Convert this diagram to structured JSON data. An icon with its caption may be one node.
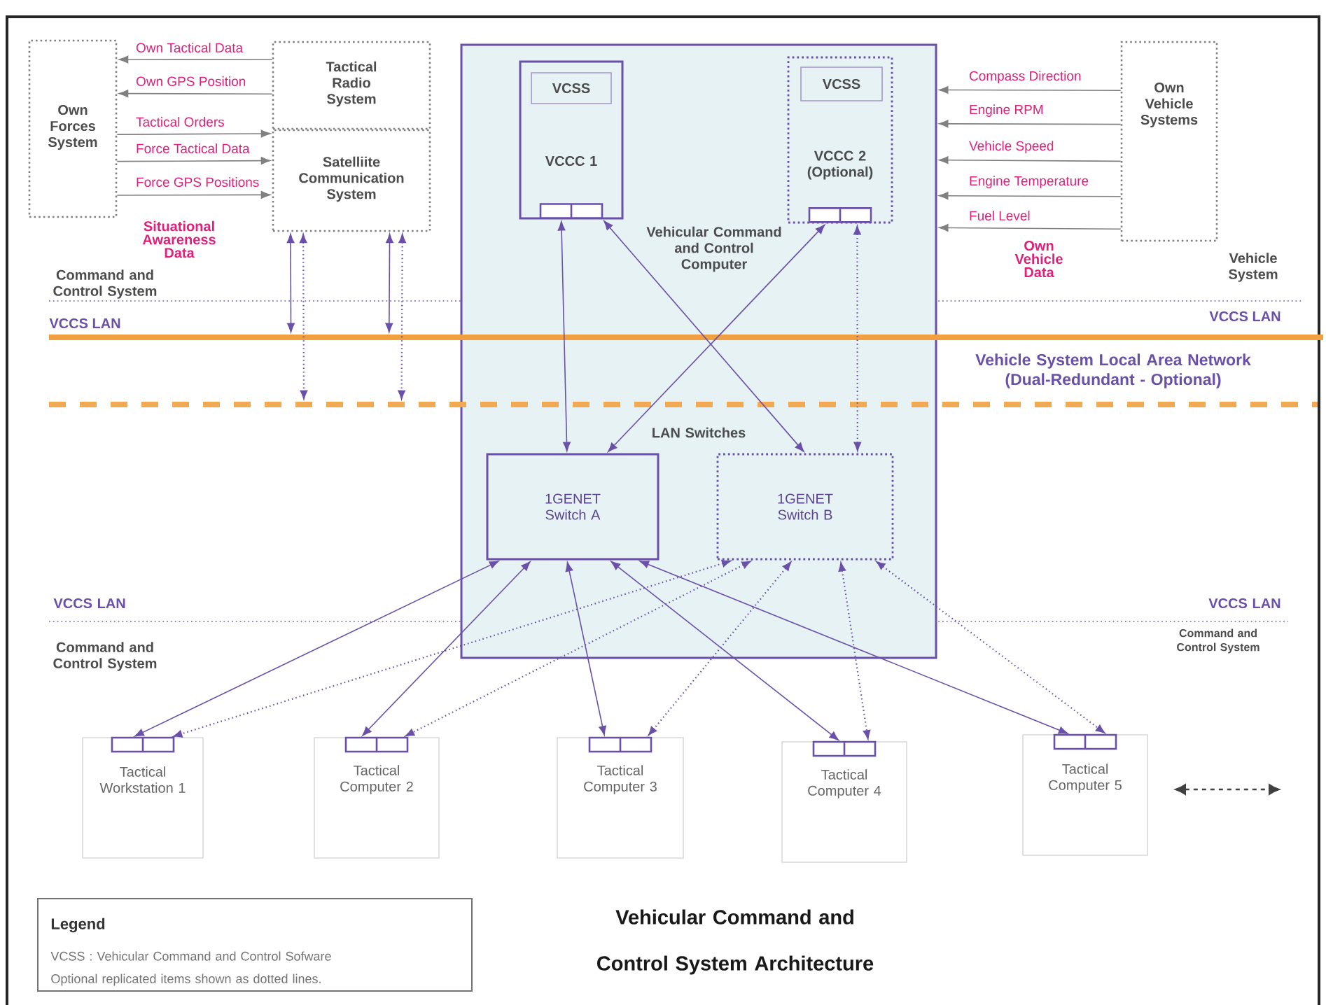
{
  "diagram": {
    "title": "Vehicular Command and Control System Architecture",
    "nodes": [
      {
        "text": [
          "Own Forces System"
        ]
      },
      {
        "text": [
          "Tactical Radio System"
        ]
      },
      {
        "text": [
          "Satelliite Communication System"
        ]
      },
      {
        "text": [
          "Own Vehicle Systems"
        ]
      },
      {
        "text": [
          "Vehicular Command and Control Computer",
          "LAN Switches"
        ]
      },
      {
        "text": [
          "VCCC 1"
        ],
        "in": 4
      },
      {
        "text": [
          "VCSS"
        ],
        "in": 5
      },
      {
        "text": [
          "VCCC 2 (Optional)"
        ],
        "in": 4
      },
      {
        "text": [
          "VCSS"
        ],
        "in": 7
      },
      {
        "text": [
          "1GENET Switch A"
        ],
        "in": 4
      },
      {
        "text": [
          "1GENET Switch B"
        ],
        "in": 4
      },
      {
        "text": [
          "Tactical Workstation 1"
        ]
      },
      {
        "text": [
          "Tactical Computer 2"
        ]
      },
      {
        "text": [
          "Tactical Computer 3"
        ]
      },
      {
        "text": [
          "Tactical Computer 4"
        ]
      },
      {
        "text": [
          "Tactical Computer 5"
        ]
      },
      {
        "text": [],
        "shape": "bar",
        "beside": [
          "VCCS LAN",
          "VCCS LAN"
        ]
      },
      {
        "text": [],
        "shape": "bar"
      },
      {
        "text": [
          "Legend",
          "VCSS : Vehicular Command and Control Sofware",
          "Optional replicated items shown as dotted lines."
        ]
      }
    ],
    "edges": [
      {
        "from": 1,
        "to": 0,
        "arrow": "to",
        "label": "Own Tactical Data",
        "color": "#808080"
      },
      {
        "from": 1,
        "to": 0,
        "arrow": "to",
        "label": "Own GPS Position",
        "color": "#808080"
      },
      {
        "from": 0,
        "to": 2,
        "arrow": "to",
        "label": "Tactical Orders",
        "color": "#808080"
      },
      {
        "from": 0,
        "to": 2,
        "arrow": "to",
        "label": "Force Tactical Data",
        "color": "#808080"
      },
      {
        "from": 0,
        "to": 2,
        "arrow": "to",
        "label": "Force GPS Positions",
        "color": "#808080"
      },
      {
        "from": 3,
        "to": 4,
        "arrow": "to",
        "label": "Compass Direction",
        "color": "#808080"
      },
      {
        "from": 3,
        "to": 4,
        "arrow": "to",
        "label": "Engine RPM",
        "color": "#808080"
      },
      {
        "from": 3,
        "to": 4,
        "arrow": "to",
        "label": "Vehicle Speed",
        "color": "#808080"
      },
      {
        "from": 3,
        "to": 4,
        "arrow": "to",
        "label": "Engine Temperature",
        "color": "#808080"
      },
      {
        "from": 3,
        "to": 4,
        "arrow": "to",
        "label": "Fuel Level",
        "color": "#808080"
      },
      {
        "from": 2,
        "to": 16,
        "arrow": "both"
      },
      {
        "from": 2,
        "to": 17,
        "arrow": "both",
        "style": "dashed"
      },
      {
        "from": 2,
        "to": 16,
        "arrow": "both"
      },
      {
        "from": 2,
        "to": 17,
        "arrow": "both",
        "style": "dashed"
      },
      {
        "from": 5,
        "to": 9,
        "arrow": "both"
      },
      {
        "from": 5,
        "to": 10,
        "arrow": "both"
      },
      {
        "from": 7,
        "to": 9,
        "arrow": "both"
      },
      {
        "from": 7,
        "to": 10,
        "arrow": "both",
        "style": "dashed"
      },
      {
        "from": 9,
        "to": 11,
        "arrow": "both"
      },
      {
        "from": 9,
        "to": 12,
        "arrow": "both"
      },
      {
        "from": 9,
        "to": 13,
        "arrow": "both"
      },
      {
        "from": 9,
        "to": 14,
        "arrow": "both"
      },
      {
        "from": 9,
        "to": 15,
        "arrow": "both"
      },
      {
        "from": 10,
        "to": 11,
        "arrow": "both",
        "style": "dashed"
      },
      {
        "from": 10,
        "to": 12,
        "arrow": "both",
        "style": "dashed"
      },
      {
        "from": 10,
        "to": 13,
        "arrow": "both",
        "style": "dashed"
      },
      {
        "from": 10,
        "to": 14,
        "arrow": "both",
        "style": "dashed"
      },
      {
        "from": 10,
        "to": 15,
        "arrow": "both",
        "style": "dashed"
      }
    ],
    "labels": [
      "Situational Awareness Data",
      "Command and Control System",
      "Own Vehicle Data",
      "Vehicle System",
      "Vehicle System Local Area Network (Dual-Redundant - Optional)",
      "VCCS LAN",
      "VCCS LAN",
      "Command and Control System",
      "Command and Control System"
    ]
  }
}
